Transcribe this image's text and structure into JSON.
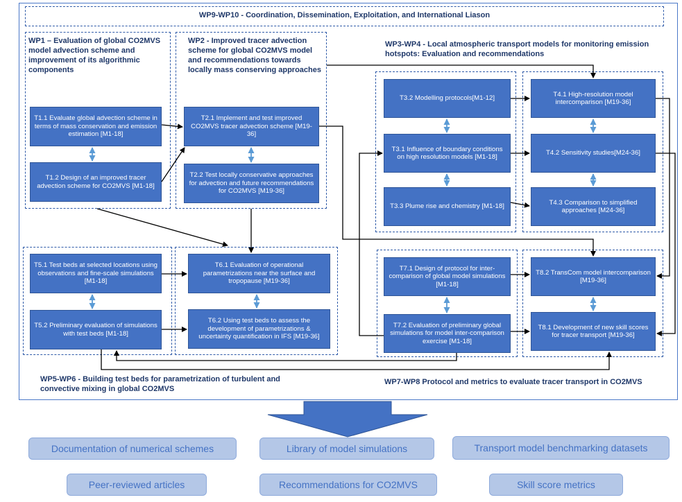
{
  "header": {
    "title": "WP9-WP10  - Coordination, Dissemination, Exploitation, and International Liason"
  },
  "wp1": {
    "heading": "WP1 – Evaluation of global CO2MVS model advection scheme and improvement of its algorithmic components",
    "t1_1": "T1.1 Evaluate global advection scheme in terms of mass conservation and emission estimation [M1-18]",
    "t1_2": "T1.2 Design of an improved tracer advection scheme for CO2MVS [M1-18]"
  },
  "wp2": {
    "heading": "WP2 - Improved tracer advection scheme for global CO2MVS model and recommendations towards locally mass conserving approaches",
    "t2_1": "T2.1  Implement and test improved CO2MVS tracer advection scheme [M19-36]",
    "t2_2": "T2.2  Test locally conservative approaches for advection and future recommendations for CO2MVS [M19-36]"
  },
  "wp3": {
    "heading": "WP3-WP4  - Local atmospheric transport models for monitoring emission hotspots: Evaluation and recommendations",
    "t3_2": "T3.2 Modelling protocols[M1-12]",
    "t3_1": "T3.1 Influence of boundary conditions on high resolution models [M1-18]",
    "t3_3": "T3.3 Plume rise and chemistry [M1-18]",
    "t4_1": "T4.1 High-resolution model intercomparison [M19-36]",
    "t4_2": "T4.2 Sensitivity studies[M24-36]",
    "t4_3": "T4.3 Comparison to simplified approaches [M24-36]"
  },
  "wp5": {
    "heading": "WP5-WP6  - Building test beds for parametrization of turbulent and convective mixing in global CO2MVS",
    "t5_1": "T5.1 Test beds at selected locations using observations and fine-scale simulations [M1-18]",
    "t5_2": "T5.2 Preliminary evaluation of simulations with test beds  [M1-18]",
    "t6_1": "T6.1 Evaluation of operational parametrizations near the surface and tropopause [M19-36]",
    "t6_2": "T6.2 Using test beds to assess the development of parametrizations & uncertainty quantification in IFS [M19-36]"
  },
  "wp7": {
    "heading": "WP7-WP8  Protocol and metrics to evaluate tracer transport in CO2MVS",
    "t7_1": "T7.1 Design of protocol for inter-comparison of global model simulations [M1-18]",
    "t7_2": "T7.2 Evaluation of preliminary global  simulations for model inter-comparison exercise [M1-18]",
    "t8_2": "T8.2 TransCom model intercomparison [M19-36]",
    "t8_1": "T8.1 Development of new skill scores for tracer transport [M19-36]"
  },
  "outputs": [
    "Documentation of numerical schemes",
    "Library of model simulations",
    "Transport model benchmarking datasets",
    "Peer-reviewed articles",
    "Recommendations for CO2MVS",
    "Skill score metrics"
  ],
  "colors": {
    "box": "#4472c4",
    "dash": "#2e5aa8",
    "output_bg": "#b4c7e7",
    "output_text": "#4472c4",
    "heading": "#1f3869",
    "arrow": "#000000",
    "double_arrow": "#5b9bd5"
  }
}
